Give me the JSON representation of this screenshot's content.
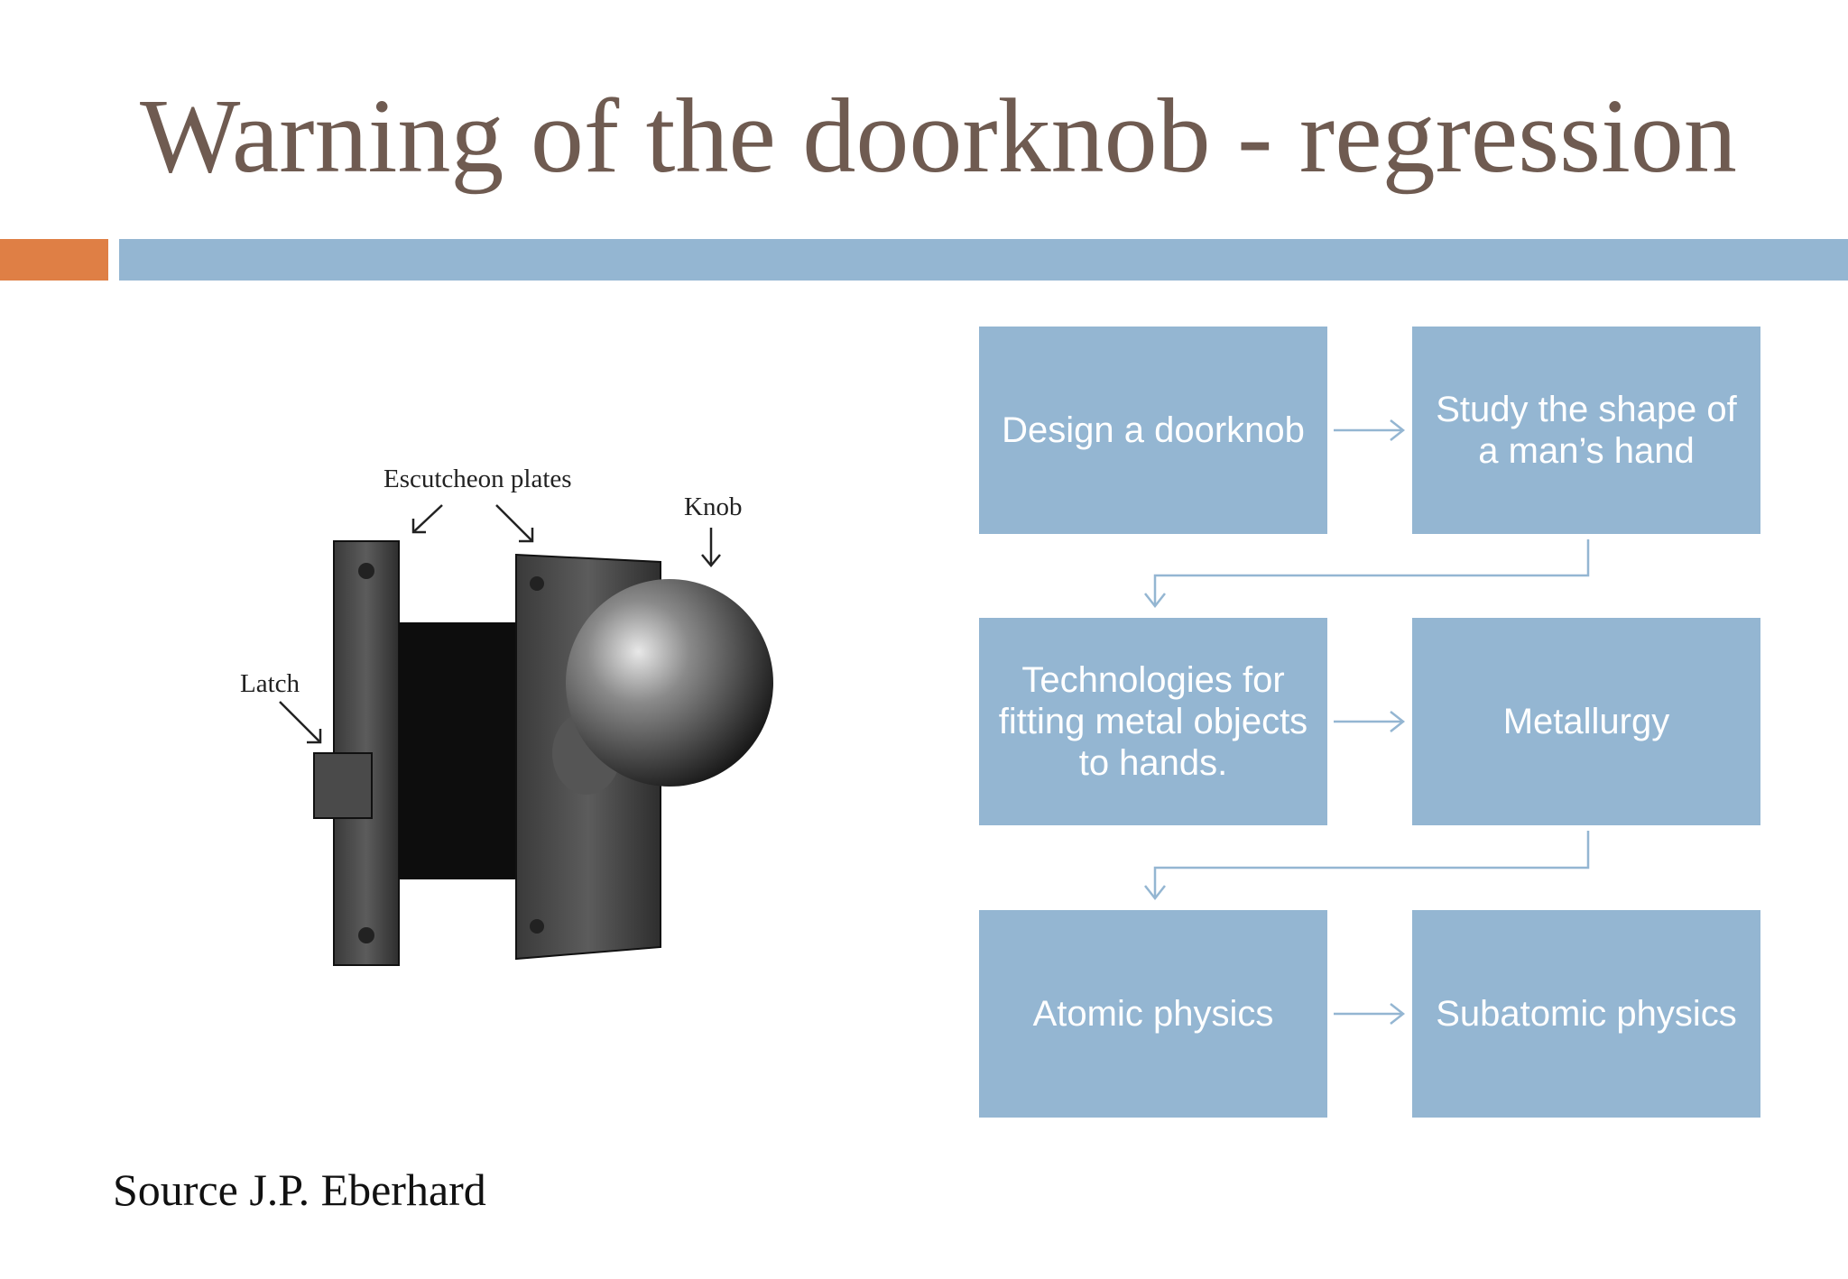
{
  "slide": {
    "title": "Warning of  the doorknob - regression",
    "source": "Source J.P. Eberhard"
  },
  "colors": {
    "title": "#6f5b51",
    "accent_orange": "#df7f45",
    "accent_blue": "#94b6d2",
    "box_fill": "#94b6d2",
    "connector": "#94b6d2"
  },
  "illustration": {
    "labels": {
      "escutcheon": "Escutcheon plates",
      "knob": "Knob",
      "latch": "Latch"
    }
  },
  "flow": {
    "boxes": [
      {
        "text": "Design a doorknob"
      },
      {
        "text": "Study the shape of a man’s hand"
      },
      {
        "text": "Technologies for fitting metal objects to hands."
      },
      {
        "text": "Metallurgy"
      },
      {
        "text": "Atomic physics"
      },
      {
        "text": "Subatomic physics"
      }
    ]
  }
}
